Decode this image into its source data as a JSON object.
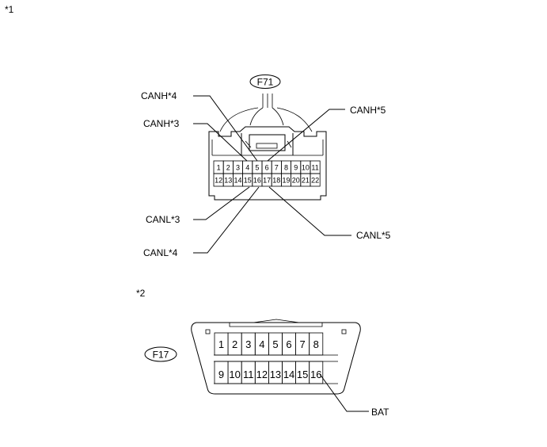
{
  "section1": {
    "marker": "*1",
    "connector_id": "F71",
    "pins_top": [
      "1",
      "2",
      "3",
      "4",
      "5",
      "6",
      "7",
      "8",
      "9",
      "10",
      "11"
    ],
    "pins_bottom": [
      "12",
      "13",
      "14",
      "15",
      "16",
      "17",
      "18",
      "19",
      "20",
      "21",
      "22"
    ],
    "labels": {
      "canh4": "CANH*4",
      "canh3": "CANH*3",
      "canh5": "CANH*5",
      "canl3": "CANL*3",
      "canl4": "CANL*4",
      "canl5": "CANL*5"
    }
  },
  "section2": {
    "marker": "*2",
    "connector_id": "F17",
    "pins_top": [
      "1",
      "2",
      "3",
      "4",
      "5",
      "6",
      "7",
      "8"
    ],
    "pins_bottom": [
      "9",
      "10",
      "11",
      "12",
      "13",
      "14",
      "15",
      "16"
    ],
    "labels": {
      "bat": "BAT"
    }
  }
}
